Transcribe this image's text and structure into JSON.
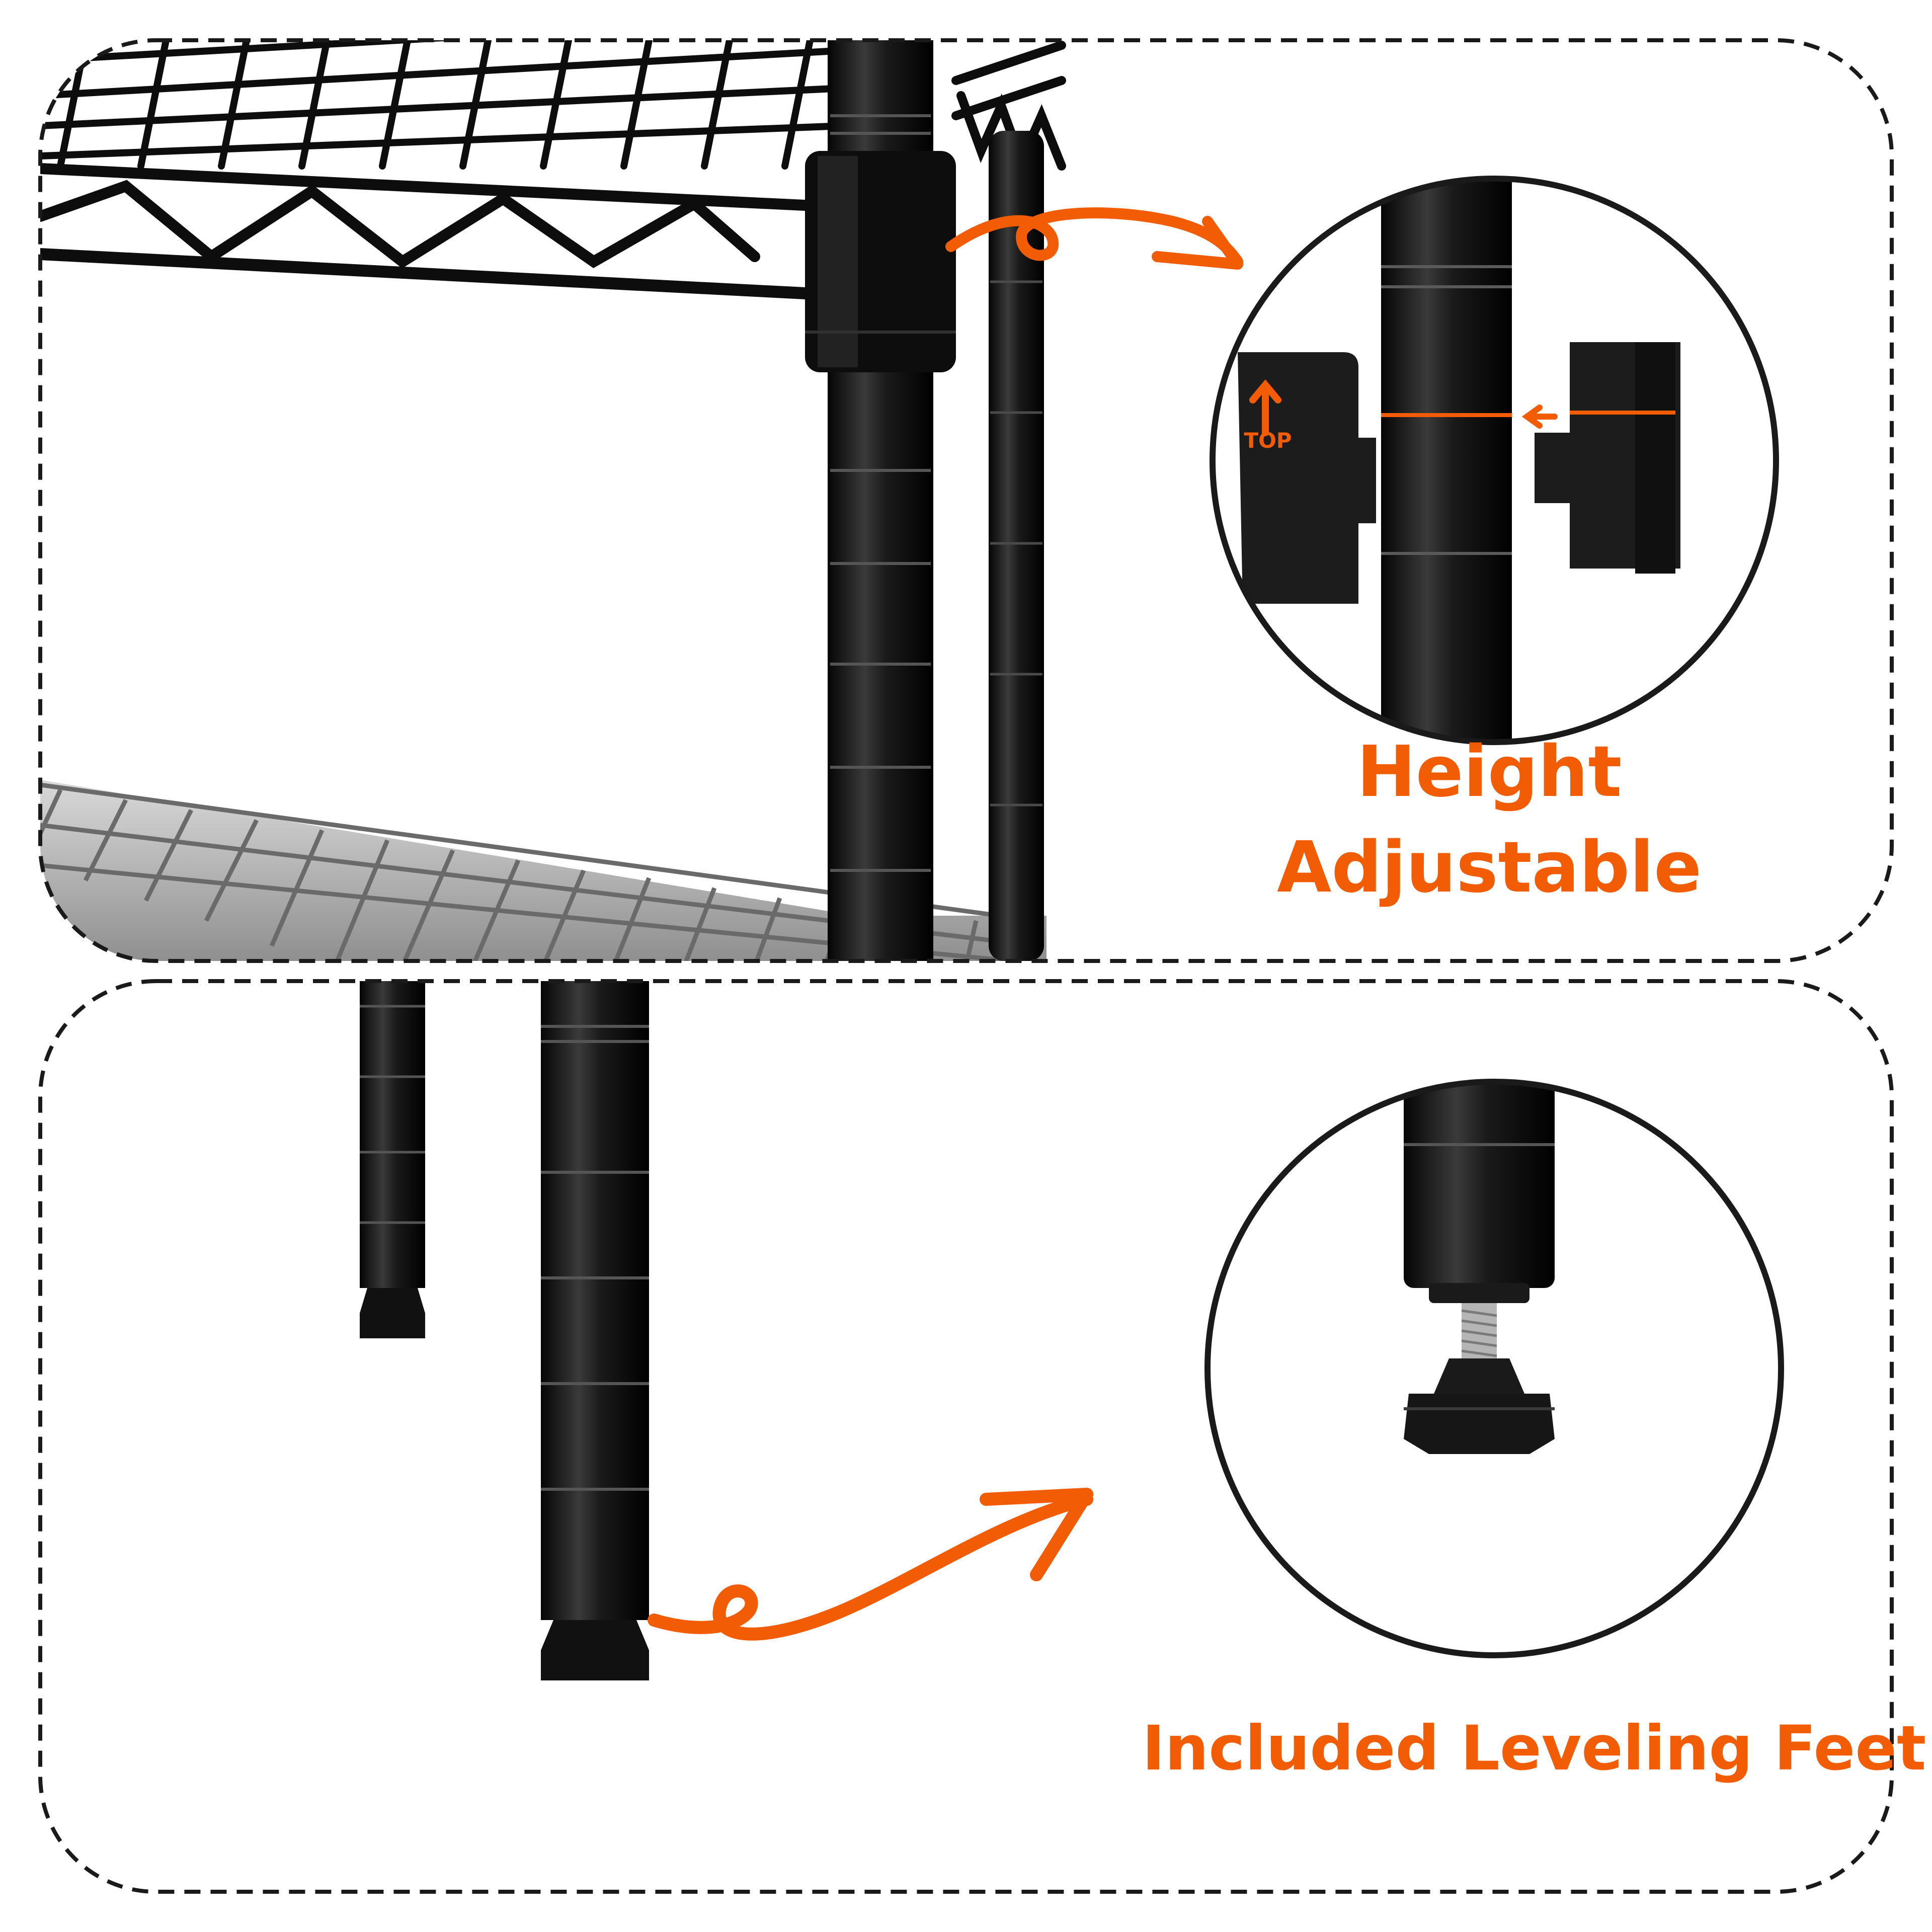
{
  "panels": [
    {
      "id": "height",
      "title_lines": [
        "Height",
        "Adjustable"
      ],
      "detail_mark": "TOP"
    },
    {
      "id": "feet",
      "title": "Included Leveling Feet"
    }
  ],
  "colors": {
    "accent": "#f25c05",
    "post": "#111111",
    "border": "#1a1a1a",
    "background": "#ffffff"
  },
  "icons": [
    "curly-arrow-icon",
    "magnifier-circle",
    "wire-shelf",
    "shelf-post",
    "leveling-foot"
  ]
}
